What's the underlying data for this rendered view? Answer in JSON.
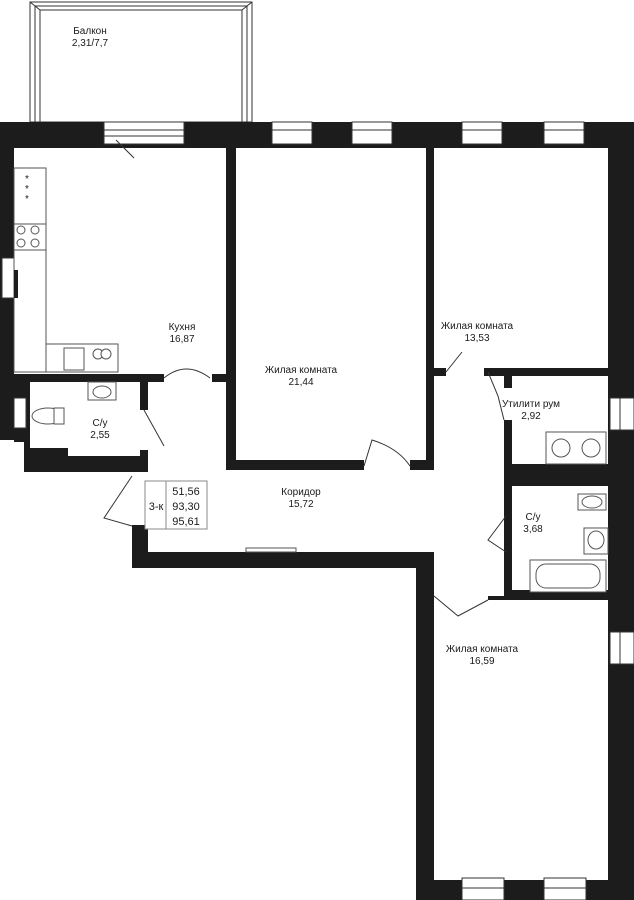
{
  "rooms": {
    "balcony": {
      "name": "Балкон",
      "area": "2,31/7,7"
    },
    "kitchen": {
      "name": "Кухня",
      "area": "16,87"
    },
    "living1": {
      "name": "Жилая комната",
      "area": "21,44"
    },
    "living2": {
      "name": "Жилая комната",
      "area": "13,53"
    },
    "utility": {
      "name": "Утилити рум",
      "area": "2,92"
    },
    "bath1": {
      "name": "С/у",
      "area": "2,55"
    },
    "bath2": {
      "name": "С/у",
      "area": "3,68"
    },
    "corridor": {
      "name": "Коридор",
      "area": "15,72"
    },
    "living3": {
      "name": "Жилая комната",
      "area": "16,59"
    }
  },
  "summary": {
    "type": "3-к",
    "living_area": "51,56",
    "total_area": "93,30",
    "area_with_balcony": "95,61"
  }
}
